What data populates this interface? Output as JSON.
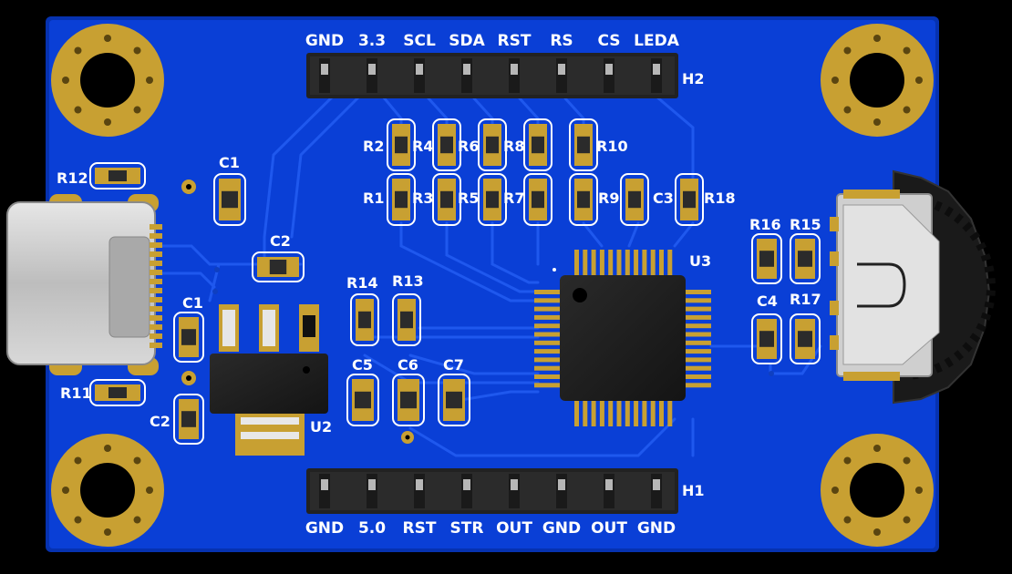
{
  "colors": {
    "background": "#000000",
    "board": "#0a3fd6",
    "board_edge": "#0632b0",
    "trace": "#1f58ee",
    "gold": "#c8a032",
    "gold_light": "#e0bb55",
    "silk": "#ffffff",
    "header_body": "#2a2a2a",
    "ic_body": "#1c1c1c",
    "usb_metal": "#c9c9c9"
  },
  "board": {
    "h2_pin_labels": [
      "GND",
      "3.3",
      "SCL",
      "SDA",
      "RST",
      "RS",
      "CS",
      "LEDA"
    ],
    "h1_pin_labels": [
      "GND",
      "5.0",
      "RST",
      "STR",
      "OUT",
      "GND",
      "OUT",
      "GND"
    ],
    "designators": {
      "h2": "H2",
      "h1": "H1",
      "u3": "U3",
      "u2": "U2",
      "r12": "R12",
      "r11": "R11",
      "c1_top": "C1",
      "c2_top": "C2",
      "c1_left": "C1",
      "c2_left": "C2",
      "r2": "R2",
      "r4": "R4",
      "r6": "R6",
      "r8": "R8",
      "r10": "R10",
      "r1": "R1",
      "r3": "R3",
      "r5": "R5",
      "r7": "R7",
      "r9": "R9",
      "c3": "C3",
      "r18": "R18",
      "r14": "R14",
      "r13": "R13",
      "c5": "C5",
      "c6": "C6",
      "c7": "C7",
      "r16": "R16",
      "r15": "R15",
      "c4": "C4",
      "r17": "R17"
    }
  }
}
